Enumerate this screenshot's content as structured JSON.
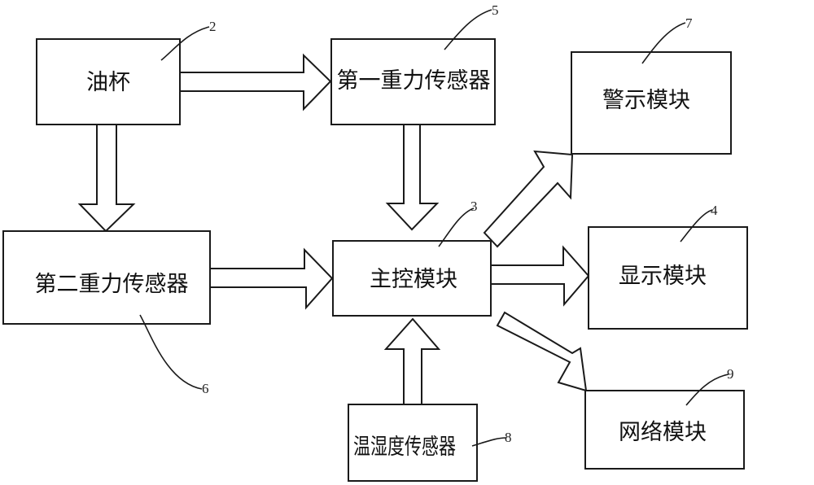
{
  "diagram": {
    "title": "",
    "nodes": [
      {
        "id": "oil_cup",
        "label": "油杯",
        "ref": "2"
      },
      {
        "id": "gravity_sensor_1",
        "label": "第一重力传感器",
        "ref": "5"
      },
      {
        "id": "warning_module",
        "label": "警示模块",
        "ref": "7"
      },
      {
        "id": "gravity_sensor_2",
        "label": "第二重力传感器",
        "ref": "6"
      },
      {
        "id": "main_control",
        "label": "主控模块",
        "ref": "3"
      },
      {
        "id": "display_module",
        "label": "显示模块",
        "ref": "4"
      },
      {
        "id": "temp_humidity_sensor",
        "label": "温湿度传感器",
        "ref": "8"
      },
      {
        "id": "network_module",
        "label": "网络模块",
        "ref": "9"
      }
    ],
    "edges": [
      {
        "from": "oil_cup",
        "to": "gravity_sensor_1"
      },
      {
        "from": "oil_cup",
        "to": "gravity_sensor_2"
      },
      {
        "from": "gravity_sensor_1",
        "to": "main_control"
      },
      {
        "from": "gravity_sensor_2",
        "to": "main_control"
      },
      {
        "from": "temp_humidity_sensor",
        "to": "main_control"
      },
      {
        "from": "main_control",
        "to": "warning_module"
      },
      {
        "from": "main_control",
        "to": "display_module"
      },
      {
        "from": "main_control",
        "to": "network_module"
      }
    ]
  }
}
